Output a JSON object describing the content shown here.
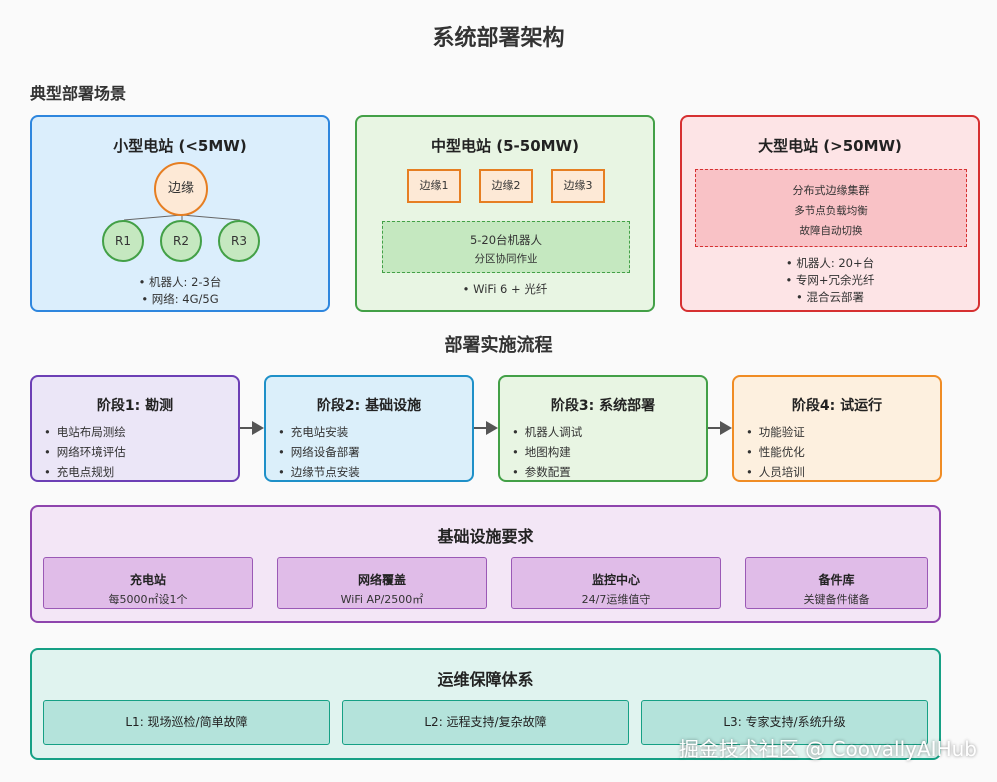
{
  "title": "系统部署架构",
  "scenarios_label": "典型部署场景",
  "small": {
    "title": "小型电站 (<5MW)",
    "edge": "边缘",
    "robots": [
      "R1",
      "R2",
      "R3"
    ],
    "bullets": [
      "• 机器人: 2-3台",
      "• 网络: 4G/5G"
    ]
  },
  "medium": {
    "title": "中型电站 (5-50MW)",
    "edges": [
      "边缘1",
      "边缘2",
      "边缘3"
    ],
    "group_line1": "5-20台机器人",
    "group_line2": "分区协同作业",
    "bullets": [
      "• WiFi 6 + 光纤"
    ]
  },
  "large": {
    "title": "大型电站 (>50MW)",
    "cluster_line1": "分布式边缘集群",
    "cluster_line2": "多节点负载均衡",
    "cluster_line3": "故障自动切换",
    "bullets": [
      "• 机器人: 20+台",
      "• 专网+冗余光纤",
      "• 混合云部署"
    ]
  },
  "flow_label": "部署实施流程",
  "stages": [
    {
      "title": "阶段1: 勘测",
      "items": [
        "电站布局测绘",
        "网络环境评估",
        "充电点规划"
      ]
    },
    {
      "title": "阶段2: 基础设施",
      "items": [
        "充电站安装",
        "网络设备部署",
        "边缘节点安装"
      ]
    },
    {
      "title": "阶段3: 系统部署",
      "items": [
        "机器人调试",
        "地图构建",
        "参数配置"
      ]
    },
    {
      "title": "阶段4: 试运行",
      "items": [
        "功能验证",
        "性能优化",
        "人员培训"
      ]
    }
  ],
  "infra": {
    "title": "基础设施要求",
    "items": [
      {
        "title": "充电站",
        "sub": "每5000㎡设1个"
      },
      {
        "title": "网络覆盖",
        "sub": "WiFi AP/2500㎡"
      },
      {
        "title": "监控中心",
        "sub": "24/7运维值守"
      },
      {
        "title": "备件库",
        "sub": "关键备件储备"
      }
    ]
  },
  "ops": {
    "title": "运维保障体系",
    "levels": [
      "L1: 现场巡检/简单故障",
      "L2: 远程支持/复杂故障",
      "L3: 专家支持/系统升级"
    ]
  },
  "watermark": "掘金技术社区 @ CoovallyAIHub",
  "colors": {
    "small_border": "#2e86de",
    "small_bg": "#dbeefc",
    "medium_border": "#43a047",
    "medium_bg": "#e8f5e3",
    "large_border": "#d63031",
    "large_bg": "#fde4e6",
    "stage1": "#6c3fb5",
    "stage2": "#1e90c8",
    "stage3": "#43a047",
    "stage4": "#f08c24",
    "infra": "#8e44ad",
    "ops": "#16a085"
  }
}
